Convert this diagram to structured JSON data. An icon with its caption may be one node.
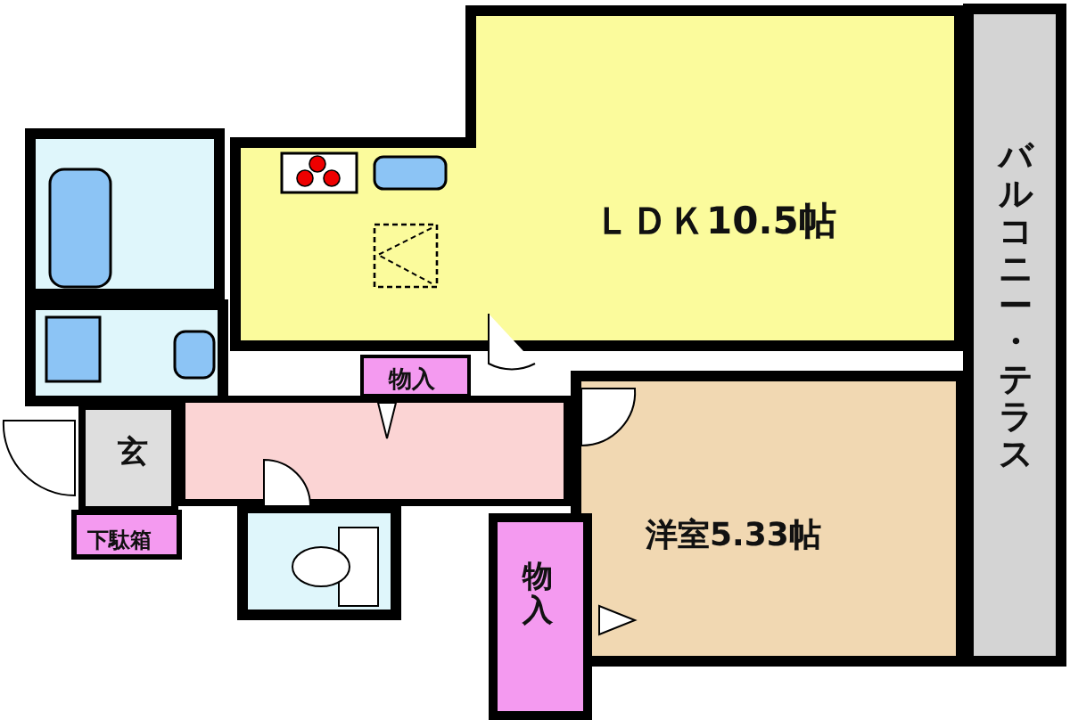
{
  "diagram": {
    "nodes": [
      {
        "text": [],
        "shape": "box"
      },
      {
        "text": [
          "ＬＤＫ10.5帖"
        ]
      },
      {
        "text": [
          "バルコニー・テラス"
        ]
      },
      {
        "text": [],
        "shape": "box"
      },
      {
        "text": [
          "物入"
        ]
      },
      {
        "text": [],
        "shape": "box"
      },
      {
        "text": [
          "玄"
        ]
      },
      {
        "text": [
          "洋室5.33帖"
        ]
      },
      {
        "text": [
          "下駄箱"
        ]
      },
      {
        "text": [],
        "shape": "box"
      },
      {
        "text": [
          "物入"
        ]
      }
    ]
  }
}
